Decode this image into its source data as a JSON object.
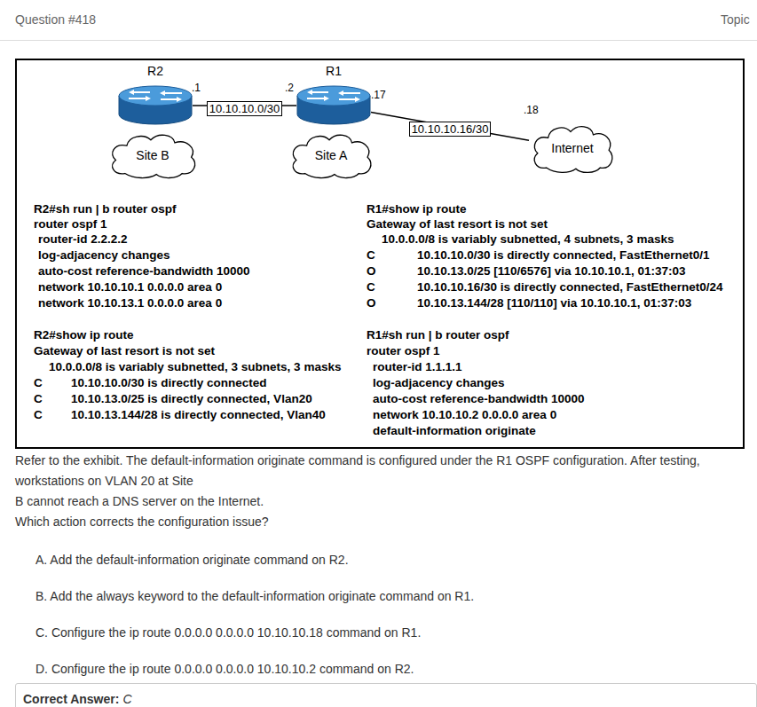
{
  "diagram": {
    "nodes": [
      {
        "text": [
          "R2"
        ]
      },
      {
        "text": [
          "R1"
        ]
      },
      {
        "text": [
          "Site B"
        ]
      },
      {
        "text": [
          "Site A"
        ]
      },
      {
        "text": [
          "Internet"
        ]
      },
      {
        "text": [
          "Correct Answer:",
          "C"
        ]
      }
    ],
    "edges": [
      {
        "from": 0,
        "to": 1,
        "label": "10.10.10.0/30",
        "arrow": "none"
      },
      {
        "from": 1,
        "to": 4,
        "label": "10.10.10.16/30",
        "arrow": "none"
      }
    ],
    "labels": [
      "Question #418",
      "Topic",
      ".1",
      ".2",
      ".17",
      ".18",
      "R2#sh run | b router ospf",
      "router ospf 1",
      "router-id 2.2.2.2",
      "log-adjacency changes",
      "auto-cost reference-bandwidth 10000",
      "network 10.10.10.1 0.0.0.0 area 0",
      "network 10.10.13.1 0.0.0.0 area 0",
      "R2#show ip route",
      "Gateway of last resort is not set",
      "10.0.0.0/8 is variably subnetted, 3 subnets, 3 masks",
      "C",
      "10.10.10.0/30 is directly connected",
      "C",
      "10.10.13.0/25 is directly connected, Vlan20",
      "C",
      "10.10.13.144/28 is directly connected, Vlan40",
      "R1#show ip route",
      "Gateway of last resort is not set",
      "10.0.0.0/8 is variably subnetted, 4 subnets, 3 masks",
      "C",
      "10.10.10.0/30 is directly connected, FastEthernet0/1",
      "O",
      "10.10.13.0/25 [110/6576] via 10.10.10.1, 01:37:03",
      "C",
      "10.10.10.16/30 is directly connected, FastEthernet0/24",
      "O",
      "10.10.13.144/28 [110/110] via 10.10.10.1, 01:37:03",
      "R1#sh run | b router ospf",
      "router ospf 1",
      "router-id 1.1.1.1",
      "log-adjacency changes",
      "auto-cost reference-bandwidth 10000",
      "network 10.10.10.2 0.0.0.0 area 0",
      "default-information originate",
      "Refer to the exhibit. The default-information originate command is configured under the R1 OSPF configuration. After testing, workstations on VLAN 20 at Site",
      "B cannot reach a DNS server on the Internet.",
      "Which action corrects the configuration issue?",
      "A. Add the default-information originate command on R2.",
      "B. Add the always keyword to the default-information originate command on R1.",
      "C. Configure the ip route 0.0.0.0 0.0.0.0 10.10.10.18 command on R1.",
      "D. Configure the ip route 0.0.0.0 0.0.0.0 10.10.10.2 command on R2."
    ]
  }
}
